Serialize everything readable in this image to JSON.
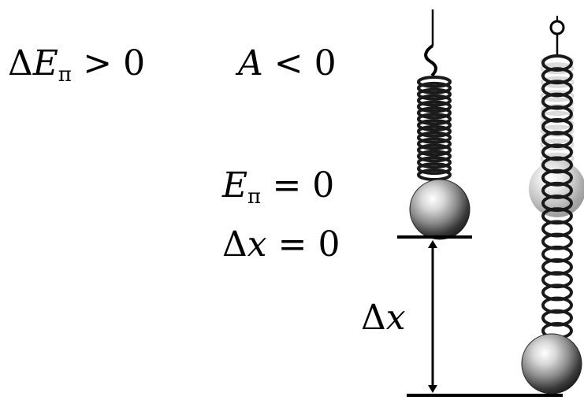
{
  "equations": {
    "energy_change": {
      "delta": "Δ",
      "var": "E",
      "sub": "п",
      "rel": " > 0"
    },
    "work": {
      "var": "A",
      "rel": " < 0"
    },
    "energy_zero": {
      "var": "E",
      "sub": "п",
      "rel": " = 0"
    },
    "disp_zero": {
      "delta": "Δ",
      "var": "x",
      "rel": " = 0"
    },
    "disp_arrow": {
      "delta": "Δ",
      "var": "x"
    }
  },
  "colors": {
    "ink": "#000000",
    "ball_light": "#f2f2f2",
    "ball_dark": "#3a3a3a",
    "spring": "#1a1a1a",
    "spring_faded": "#b0b0b0"
  }
}
